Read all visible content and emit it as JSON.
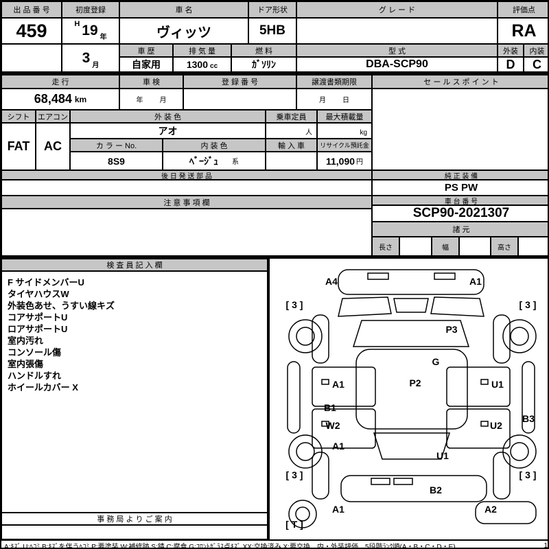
{
  "colors": {
    "header_bg": "#c6c6c6",
    "line": "#000000",
    "bg": "#ffffff"
  },
  "top": {
    "lot": {
      "label": "出 品 番 号",
      "value": "459"
    },
    "first_reg": {
      "label": "初度登録",
      "era": "H",
      "year": "19",
      "year_unit": "年",
      "month": "3",
      "month_unit": "月"
    },
    "car_name": {
      "label": "車  名",
      "value": "ヴィッツ"
    },
    "doors": {
      "label": "ドア形状",
      "value": "5HB"
    },
    "grade": {
      "label": "グ レ ー ド",
      "value": ""
    },
    "score": {
      "label": "評価点",
      "value": "RA"
    },
    "history": {
      "label": "車 歴",
      "value": "自家用"
    },
    "displacement": {
      "label": "排 気 量",
      "value": "1300",
      "unit": "cc"
    },
    "fuel": {
      "label": "燃 料",
      "value": "ｶﾞｿﾘﾝ"
    },
    "model": {
      "label": "型  式",
      "value": "DBA-SCP90"
    },
    "exterior": {
      "label": "外装",
      "value": "D"
    },
    "interior": {
      "label": "内装",
      "value": "C"
    }
  },
  "mid": {
    "mileage": {
      "label": "走  行",
      "value": "68,484",
      "unit": "km"
    },
    "shaken": {
      "label": "車 検",
      "year": "年",
      "month": "月"
    },
    "reg_number": {
      "label": "登 録 番 号",
      "value": ""
    },
    "transfer": {
      "label": "譲渡書類期限",
      "month": "月",
      "day": "日"
    },
    "sales_point": {
      "label": "セ ー ル ス ポ イ ン ト",
      "value": ""
    },
    "shift": {
      "label": "シフト",
      "value": "FAT"
    },
    "aircon": {
      "label": "エアコン",
      "value": "AC"
    },
    "ext_color": {
      "label": "外 装 色",
      "value": "アオ"
    },
    "capacity": {
      "label": "乗車定員",
      "value": "人"
    },
    "max_load": {
      "label": "最大積載量",
      "value": "kg"
    },
    "color_no": {
      "label": "カ ラ ー No.",
      "value": "8S9"
    },
    "int_color": {
      "label": "内 装 色",
      "value": "ﾍﾞｰｼﾞｭ",
      "suffix": "系"
    },
    "import_car": {
      "label": "輸 入 車",
      "value": ""
    },
    "recycle": {
      "label": "リサイクル預託金",
      "value": "11,090",
      "unit": "円"
    },
    "later_parts": {
      "label": "後 日 発 送 部 品",
      "value": ""
    },
    "genuine": {
      "label": "純 正 装 備",
      "value": "PS PW"
    },
    "caution": {
      "label": "注 意 事 項 欄",
      "value": ""
    },
    "chassis": {
      "label": "車 台 番 号",
      "value": "SCP90-2021307"
    },
    "spec": {
      "label": "諸  元",
      "length_label": "長さ",
      "width_label": "幅",
      "height_label": "高さ",
      "length": "",
      "width": "",
      "height": ""
    }
  },
  "inspector": {
    "label": "検 査 員 記 入 欄",
    "notes": [
      "F サイドメンバーU",
      "タイヤハウスW",
      "外装色あせ、うすい線キズ",
      "コアサポートU",
      "ロアサポートU",
      "室内汚れ",
      "コンソール傷",
      "室内張傷",
      "ハンドルすれ",
      "ホイールカバー X"
    ]
  },
  "office": {
    "label": "事 務 局 よ り ご 案 内"
  },
  "diagram": {
    "labels": [
      {
        "text": "A4"
      },
      {
        "text": "A1"
      },
      {
        "text": "[ 3 ]"
      },
      {
        "text": "[ 3 ]"
      },
      {
        "text": "P3"
      },
      {
        "text": "G"
      },
      {
        "text": "A1"
      },
      {
        "text": "P2"
      },
      {
        "text": "U1"
      },
      {
        "text": "B1"
      },
      {
        "text": "W2"
      },
      {
        "text": "U2"
      },
      {
        "text": "B3"
      },
      {
        "text": "A1"
      },
      {
        "text": "U1"
      },
      {
        "text": "[ 3 ]"
      },
      {
        "text": "[ 3 ]"
      },
      {
        "text": "B2"
      },
      {
        "text": "A1"
      },
      {
        "text": "A2"
      },
      {
        "text": "[ T ]"
      }
    ]
  },
  "footer": {
    "legend": "A:ｷｽﾞ  U:ﾍｺﾐ  B:ｷｽﾞを伴うﾍｺﾐ  P:要塗装 W:補修跡 S:錆 C:腐食 G:ﾌﾛﾝﾄｶﾞﾗｽ点ｷｽﾞ  XX:交換済み X:要交換　内・外装評価　5段階ﾗﾝｸ順(A・B・C・D・E)",
    "page": "1"
  }
}
